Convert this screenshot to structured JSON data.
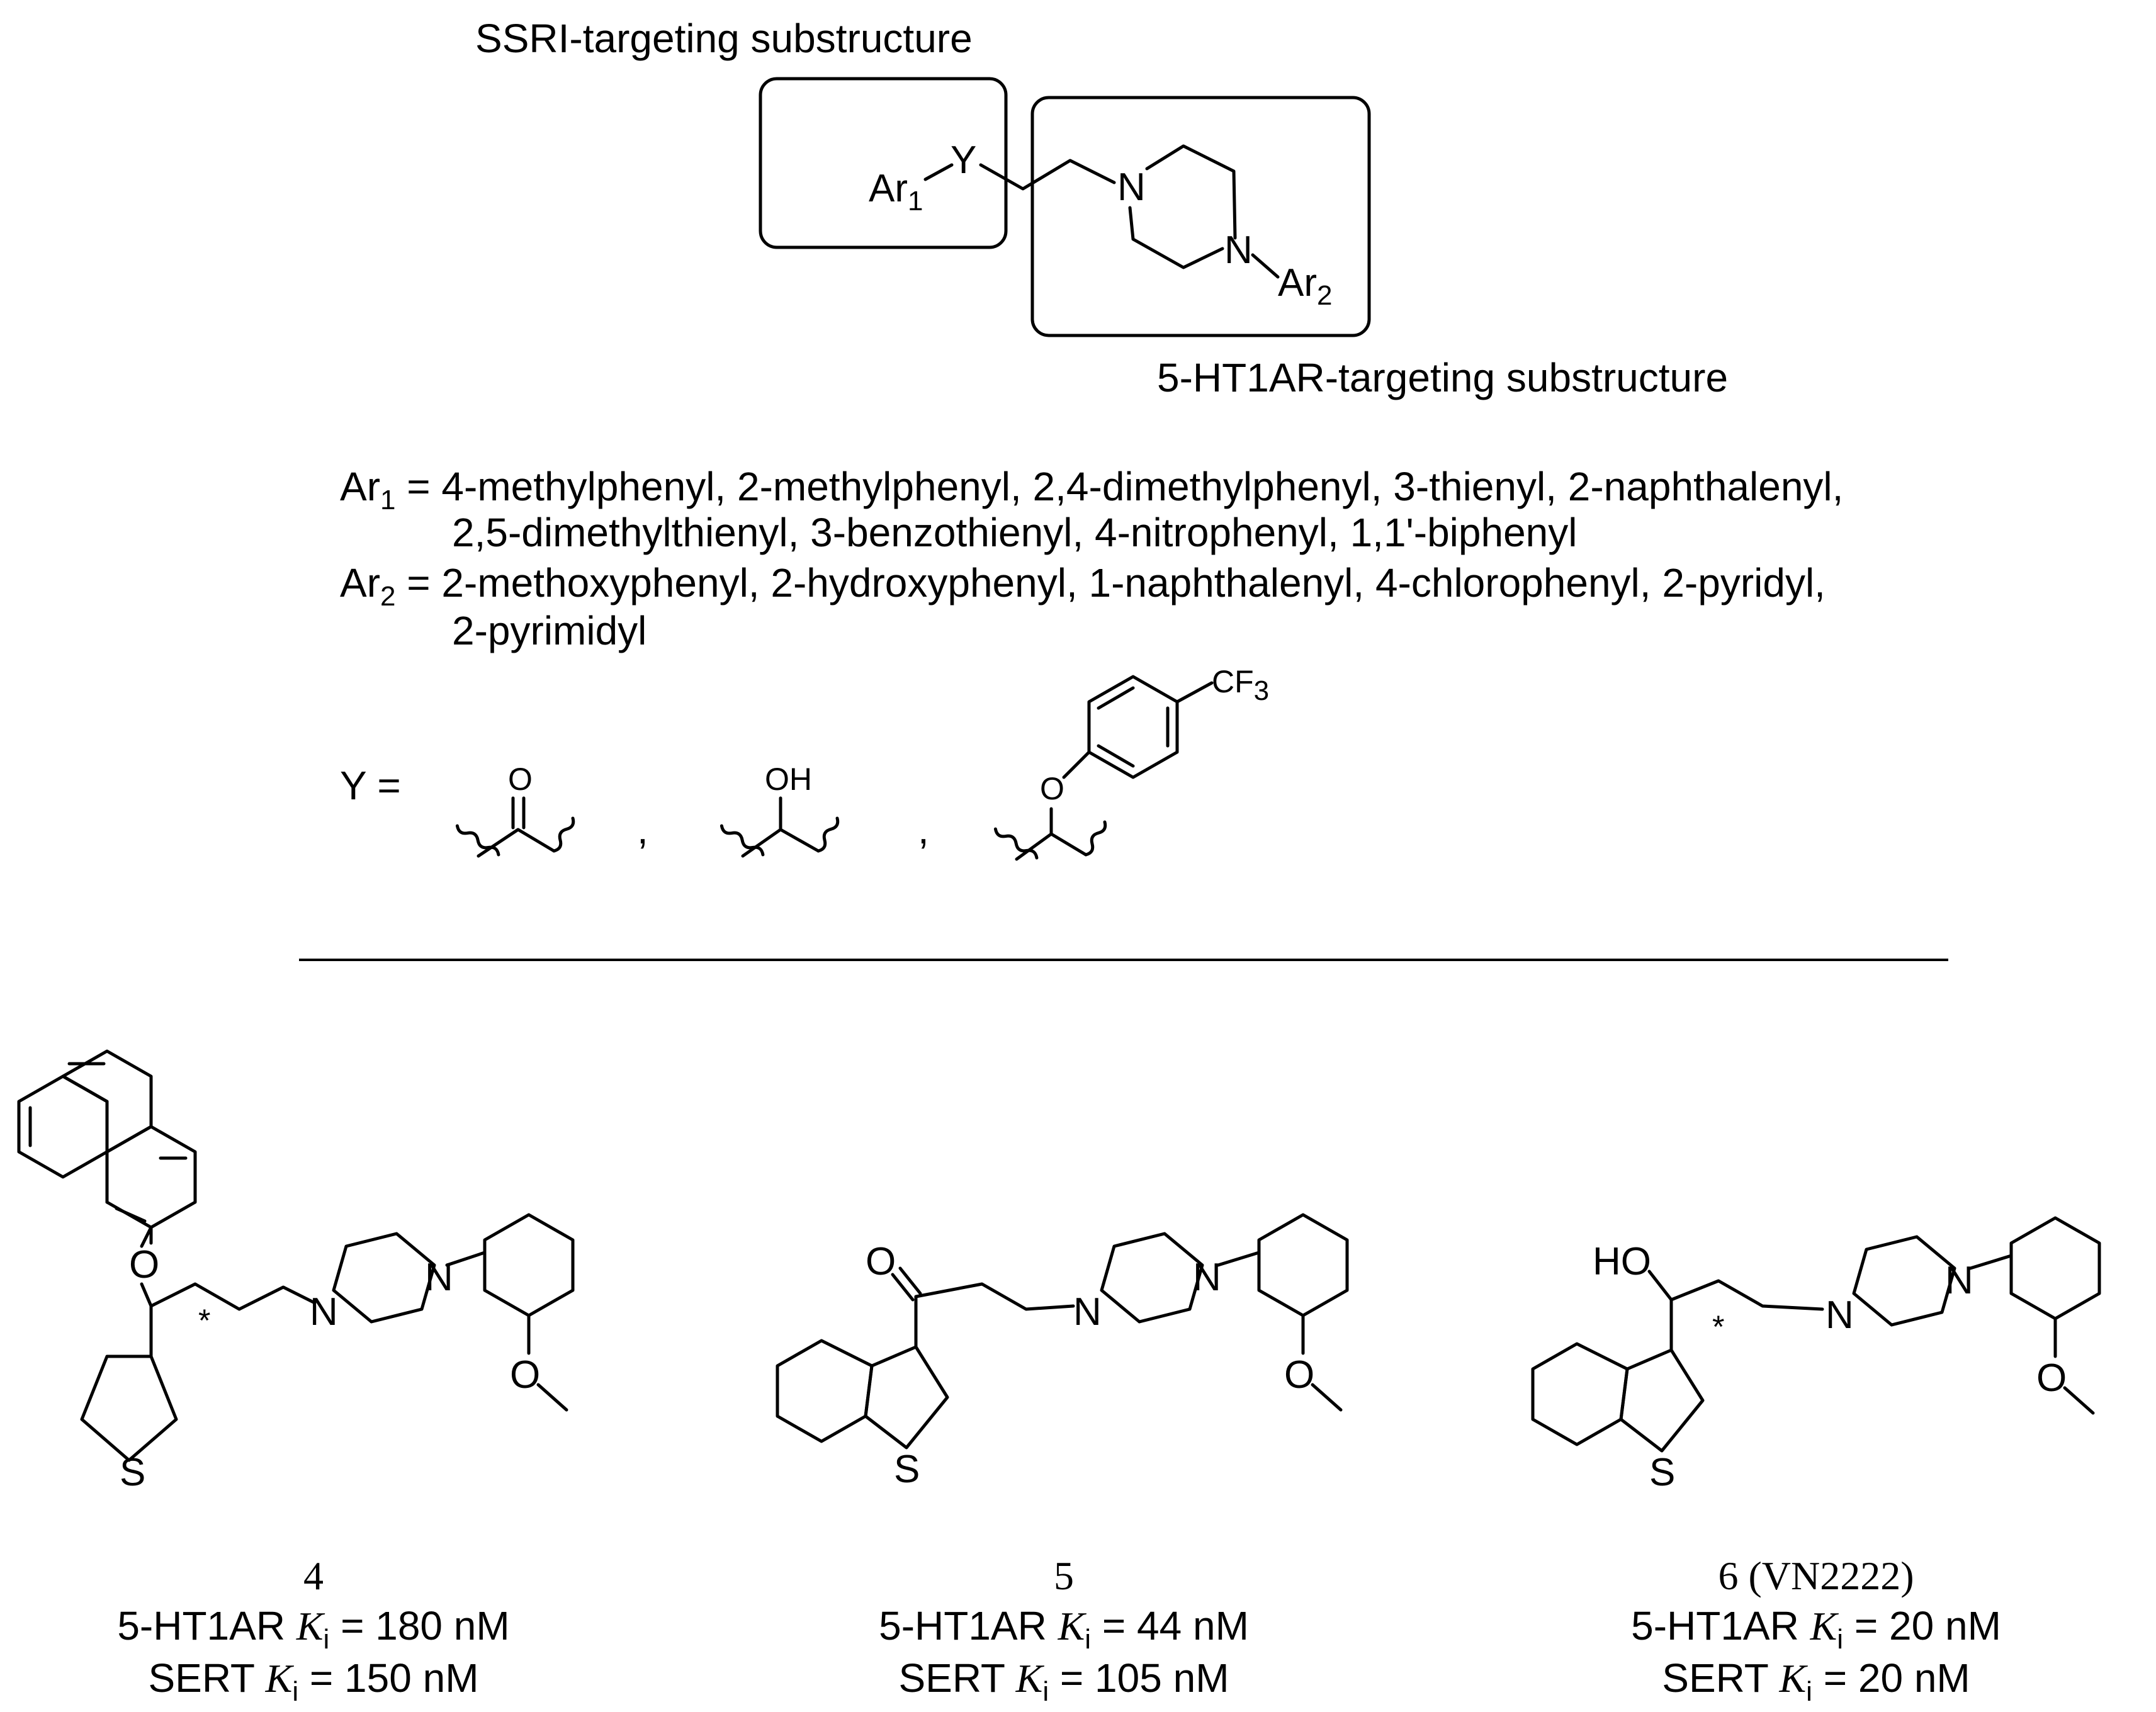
{
  "scaffold": {
    "ssri_label": "SSRI-targeting substructure",
    "ht_label": "5-HT1AR-targeting substructure",
    "ar1": "Ar",
    "ar1_sub": "1",
    "ar2": "Ar",
    "ar2_sub": "2",
    "y": "Y",
    "n1": "N",
    "n2": "N"
  },
  "definitions": {
    "ar1_prefix": "Ar",
    "ar1_sub": "1",
    "ar1_eq": " = ",
    "ar1_line1": "4-methylphenyl, 2-methylphenyl, 2,4-dimethylphenyl, 3-thienyl, 2-naphthalenyl,",
    "ar1_line2": "2,5-dimethylthienyl, 3-benzothienyl, 4-nitrophenyl, 1,1'-biphenyl",
    "ar2_prefix": "Ar",
    "ar2_sub": "2",
    "ar2_eq": " = ",
    "ar2_line1": "2-methoxyphenyl, 2-hydroxyphenyl, 1-naphthalenyl, 4-chlorophenyl, 2-pyridyl,",
    "ar2_line2": "2-pyrimidyl",
    "y_label": "Y =",
    "comma": ",",
    "o_atom": "O",
    "oh_atom": "OH",
    "cf3": "CF",
    "cf3_sub": "3"
  },
  "compounds": [
    {
      "id": "4",
      "ht_label": "5-HT1AR ",
      "k": "K",
      "k_sub": "i",
      "ht_value": " = 180 nM",
      "sert_label": "SERT ",
      "sert_value": " = 150 nM",
      "atoms": {
        "o": "O",
        "s": "S",
        "n1": "N",
        "n2": "N",
        "star": "*",
        "ome": "O"
      }
    },
    {
      "id": "5",
      "ht_label": "5-HT1AR ",
      "k": "K",
      "k_sub": "i",
      "ht_value": " = 44 nM",
      "sert_label": "SERT ",
      "sert_value": " = 105 nM",
      "atoms": {
        "o": "O",
        "s": "S",
        "n1": "N",
        "n2": "N",
        "ome": "O"
      }
    },
    {
      "id": "6 (VN2222)",
      "ht_label": "5-HT1AR ",
      "k": "K",
      "k_sub": "i",
      "ht_value": " = 20 nM",
      "sert_label": "SERT ",
      "sert_value": " = 20 nM",
      "atoms": {
        "oh": "HO",
        "s": "S",
        "n1": "N",
        "n2": "N",
        "star": "*",
        "ome": "O"
      }
    }
  ]
}
